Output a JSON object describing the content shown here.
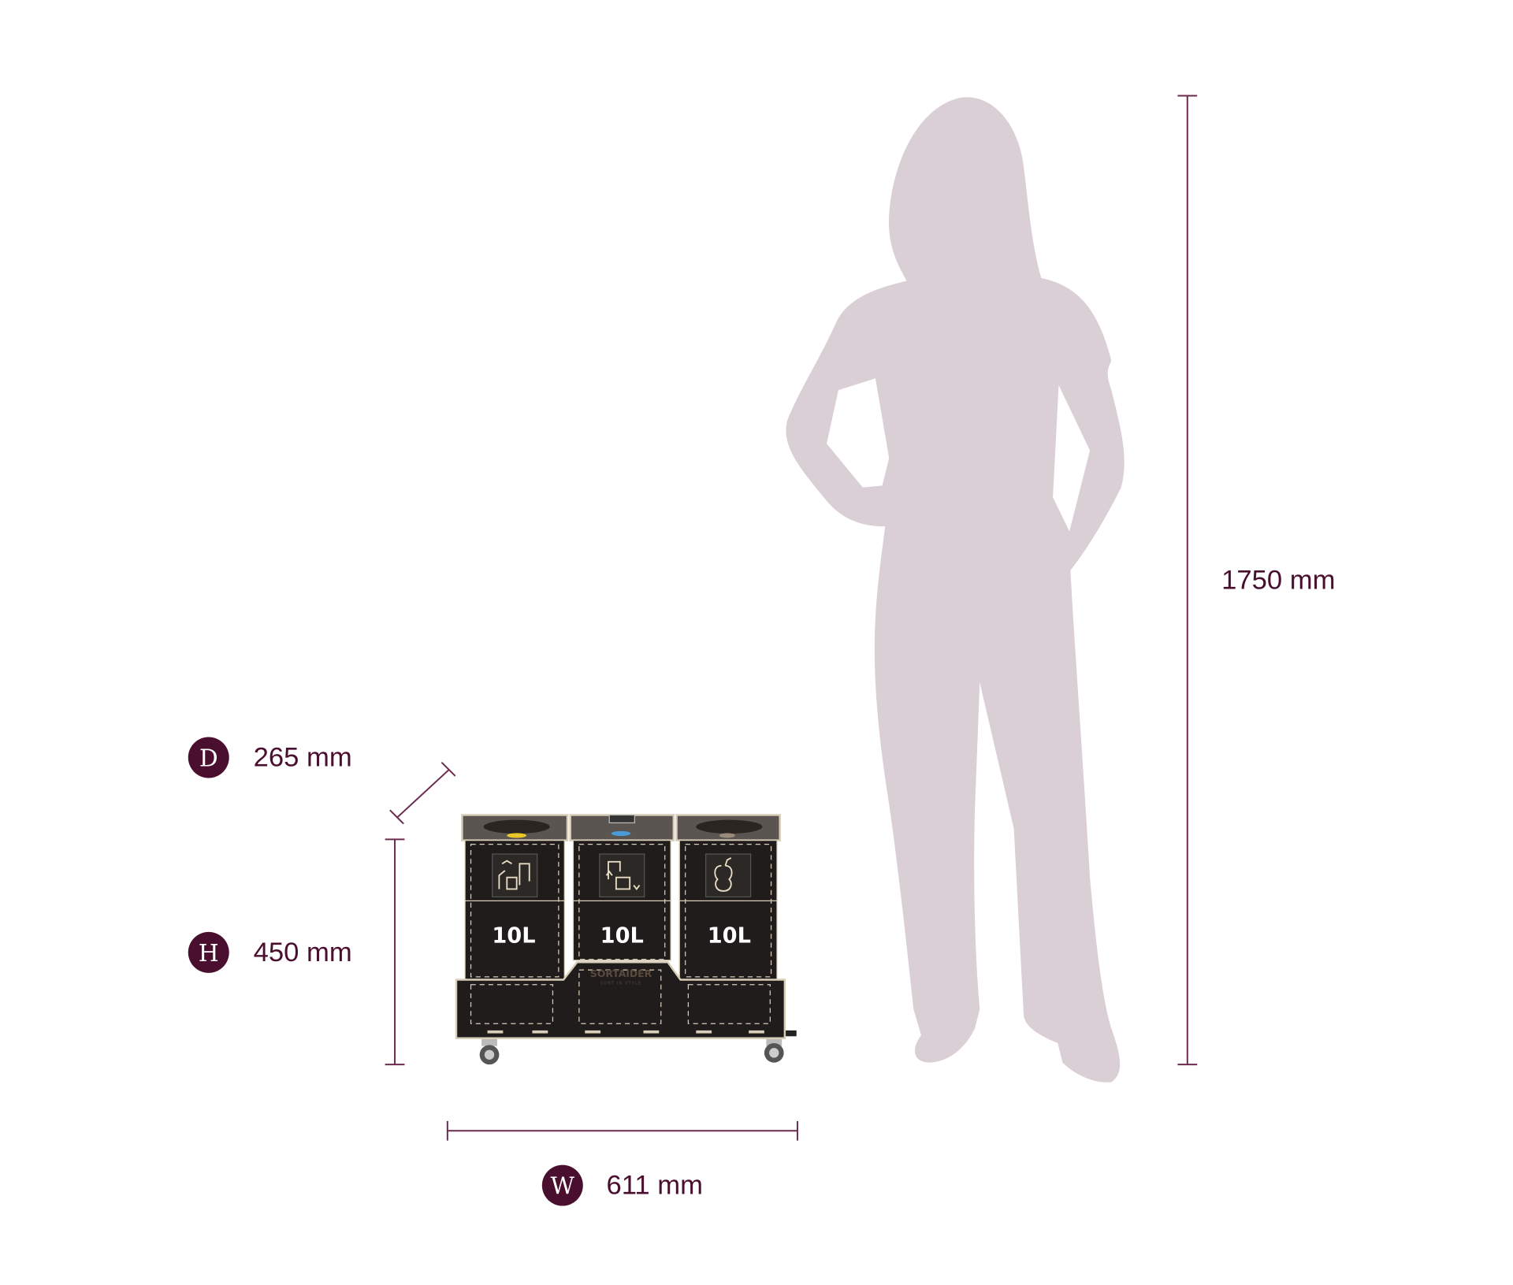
{
  "dimensions": {
    "depth": {
      "badge": "D",
      "value": "265 mm"
    },
    "height": {
      "badge": "H",
      "value": "450 mm"
    },
    "width": {
      "badge": "W",
      "value": "611 mm"
    },
    "person_height": {
      "value": "1750 mm"
    }
  },
  "product": {
    "brand": "SORTAIDER",
    "tagline": "SORT IN STYLE",
    "bins": [
      {
        "capacity": "10L",
        "icon": "packaging-recycle-icon",
        "lid_color": "#e8c62a"
      },
      {
        "capacity": "10L",
        "icon": "paper-recycle-icon",
        "lid_color": "#4a9bd8"
      },
      {
        "capacity": "10L",
        "icon": "apple-core-icon",
        "lid_color": "#9a8a7a"
      }
    ]
  },
  "colors": {
    "accent": "#4a0f2e",
    "line": "#6b2a4e",
    "silhouette": "#d9cfd5"
  }
}
